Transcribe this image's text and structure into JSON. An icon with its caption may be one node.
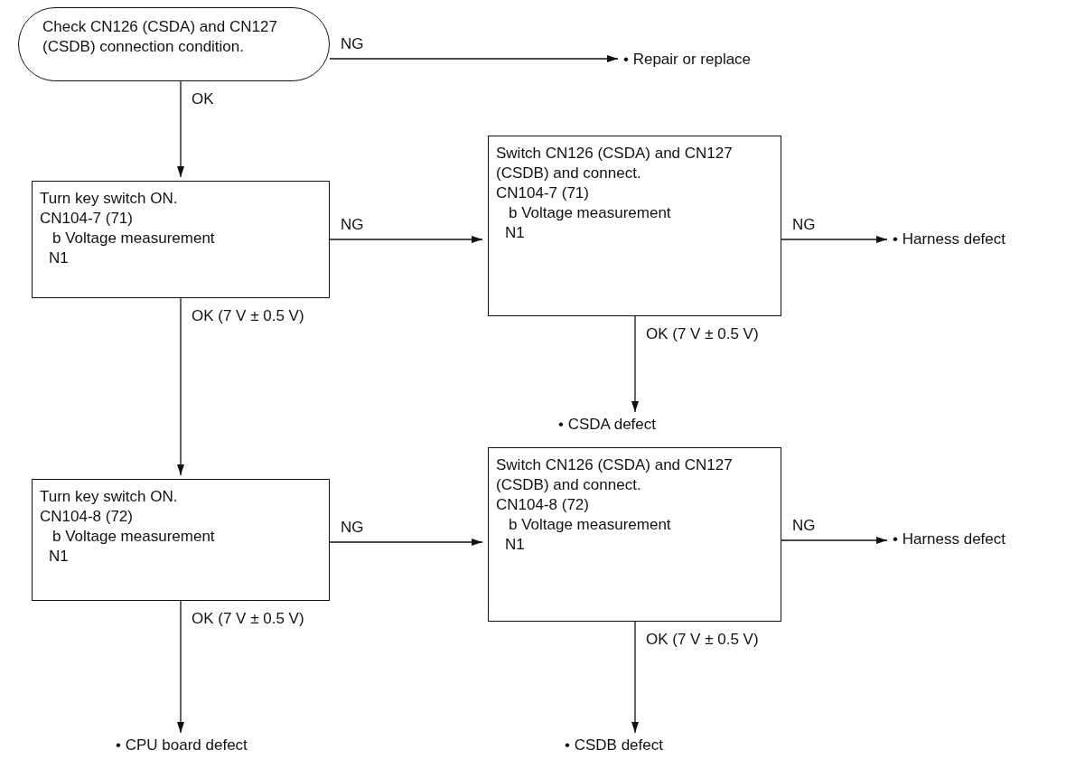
{
  "diagram": {
    "nodes": [
      {
        "text": [
          "Check CN126 (CSDA) and CN127 (CSDB) connection condition."
        ]
      },
      {
        "text": [
          "• Repair or replace"
        ]
      },
      {
        "text": [
          "Turn key switch ON.",
          "CN104-7 (71)",
          "b Voltage measurement",
          "N1"
        ]
      },
      {
        "text": [
          "Switch CN126 (CSDA) and CN127 (CSDB) and connect.",
          "CN104-7 (71)",
          "b Voltage measurement",
          "N1"
        ]
      },
      {
        "text": [
          "• Harness defect"
        ]
      },
      {
        "text": [
          "• CSDA defect"
        ]
      },
      {
        "text": [
          "Turn key switch ON.",
          "CN104-8 (72)",
          "b Voltage measurement",
          "N1"
        ]
      },
      {
        "text": [
          "Switch CN126 (CSDA) and CN127 (CSDB) and connect.",
          "CN104-8 (72)",
          "b Voltage measurement",
          "N1"
        ]
      },
      {
        "text": [
          "• Harness defect"
        ]
      },
      {
        "text": [
          "• CPU board defect"
        ]
      },
      {
        "text": [
          "• CSDB defect"
        ]
      }
    ],
    "edges": [
      {
        "from": 0,
        "to": 1,
        "arrow": "to",
        "label": "NG"
      },
      {
        "from": 0,
        "to": 2,
        "arrow": "to",
        "label": "OK"
      },
      {
        "from": 2,
        "to": 3,
        "arrow": "to",
        "label": "NG"
      },
      {
        "from": 3,
        "to": 4,
        "arrow": "to",
        "label": "NG"
      },
      {
        "from": 3,
        "to": 5,
        "arrow": "to",
        "label": "OK (7 V ± 0.5 V)"
      },
      {
        "from": 2,
        "to": 6,
        "arrow": "to",
        "label": "OK (7 V ± 0.5 V)"
      },
      {
        "from": 6,
        "to": 7,
        "arrow": "to",
        "label": "NG"
      },
      {
        "from": 7,
        "to": 8,
        "arrow": "to",
        "label": "NG"
      },
      {
        "from": 6,
        "to": 9,
        "arrow": "to",
        "label": "OK (7 V ± 0.5 V)"
      },
      {
        "from": 7,
        "to": 10,
        "arrow": "to",
        "label": "OK (7 V ± 0.5 V)"
      }
    ]
  }
}
